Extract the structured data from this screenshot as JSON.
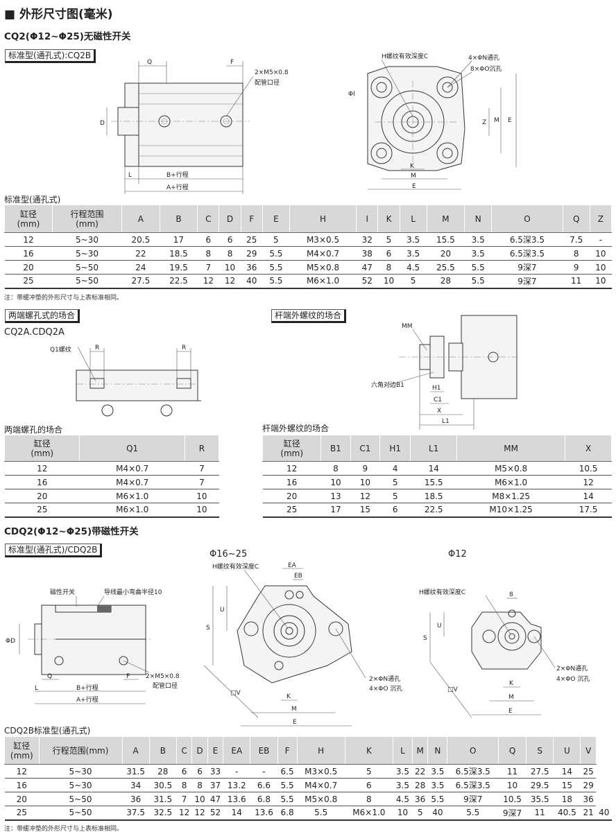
{
  "page_title": "■ 外形尺寸图(毫米)",
  "sec1": {
    "heading": "CQ2(Φ12~Φ25)无磁性开关",
    "box_label": "标准型(通孔式):CQ2B",
    "diagram": {
      "port_label_1": "2×M5×0.8",
      "port_label_2": "配管口径",
      "Q": "Q",
      "F": "F",
      "D": "D",
      "L": "L",
      "B_stroke": "B+行程",
      "A_stroke": "A+行程",
      "H_label": "H螺纹有效深度C",
      "N_label": "4×ΦN通孔",
      "O_label": "8×ΦO沉孔",
      "I": "ΦI",
      "Z": "Z",
      "M": "M",
      "E": "E",
      "K": "K"
    },
    "table_caption": "标准型(通孔式)",
    "table": {
      "headers": [
        "缸径\n(mm)",
        "行程范围\n(mm)",
        "A",
        "B",
        "C",
        "D",
        "F",
        "E",
        "H",
        "I",
        "K",
        "L",
        "M",
        "N",
        "O",
        "Q",
        "Z"
      ],
      "rows": [
        [
          "12",
          "5~30",
          "20.5",
          "17",
          "6",
          "6",
          "25",
          "5",
          "M3×0.5",
          "32",
          "5",
          "3.5",
          "15.5",
          "3.5",
          "6.5深3.5",
          "7.5",
          "-"
        ],
        [
          "16",
          "5~30",
          "22",
          "18.5",
          "8",
          "8",
          "29",
          "5.5",
          "M4×0.7",
          "38",
          "6",
          "3.5",
          "20",
          "3.5",
          "6.5深3.5",
          "8",
          "10"
        ],
        [
          "20",
          "5~50",
          "24",
          "19.5",
          "7",
          "10",
          "36",
          "5.5",
          "M5×0.8",
          "47",
          "8",
          "4.5",
          "25.5",
          "5.5",
          "9深7",
          "9",
          "10"
        ],
        [
          "25",
          "5~50",
          "27.5",
          "22.5",
          "12",
          "12",
          "40",
          "5.5",
          "M6×1.0",
          "52",
          "10",
          "5",
          "28",
          "5.5",
          "9深7",
          "11",
          "10"
        ]
      ]
    },
    "note": "注：带缓冲垫的外形尺寸与上表标准相同。"
  },
  "sec2": {
    "box_left": "两端螺孔式的场合",
    "box_right": "杆端外螺纹的场合",
    "model_label": "CQ2A.CDQ2A",
    "diagram": {
      "Q1": "Q1螺纹",
      "R": "R",
      "MM": "MM",
      "B1": "六角对边B1",
      "H1": "H1",
      "C1": "C1",
      "X": "X",
      "L1": "L1"
    },
    "caption_left": "两端螺孔的场合",
    "caption_right": "杆端外螺纹的场合",
    "table_left": {
      "headers": [
        "缸径\n(mm)",
        "Q1",
        "R"
      ],
      "rows": [
        [
          "12",
          "M4×0.7",
          "7"
        ],
        [
          "16",
          "M4×0.7",
          "7"
        ],
        [
          "20",
          "M6×1.0",
          "10"
        ],
        [
          "25",
          "M6×1.0",
          "10"
        ]
      ]
    },
    "table_right": {
      "headers": [
        "缸径\n(mm)",
        "B1",
        "C1",
        "H1",
        "L1",
        "MM",
        "X"
      ],
      "rows": [
        [
          "12",
          "8",
          "9",
          "4",
          "14",
          "M5×0.8",
          "10.5"
        ],
        [
          "16",
          "10",
          "10",
          "5",
          "15.5",
          "M6×1.0",
          "12"
        ],
        [
          "20",
          "13",
          "12",
          "5",
          "18.5",
          "M8×1.25",
          "14"
        ],
        [
          "25",
          "17",
          "15",
          "6",
          "22.5",
          "M10×1.25",
          "17.5"
        ]
      ]
    }
  },
  "sec3": {
    "heading": "CDQ2(Φ12~Φ25)带磁性开关",
    "box_label": "标准型(通孔式)/CDQ2B",
    "phi_16_25": "Φ16~25",
    "phi_12": "Φ12",
    "diagram": {
      "switch": "磁性开关",
      "bend": "导线最小弯曲半径10",
      "port_1": "2×M5×0.8",
      "port_2": "配管口径",
      "D": "ΦD",
      "Q": "Q",
      "F": "F",
      "L": "L",
      "B_stroke": "B+行程",
      "A_stroke": "A+行程",
      "H_label": "H螺纹有效深度C",
      "EA": "EA",
      "EB": "EB",
      "U": "U",
      "S": "S",
      "V": "□V",
      "K": "K",
      "M": "M",
      "E": "E",
      "N_label": "2×ΦN通孔",
      "O_label": "4×ΦO 沉孔",
      "eight": "8"
    },
    "table_caption": "CDQ2B标准型(通孔式)",
    "table": {
      "headers": [
        "缸径\n(mm)",
        "行程范围(mm)",
        "A",
        "B",
        "C",
        "D",
        "E",
        "EA",
        "EB",
        "F",
        "H",
        "K",
        "L",
        "M",
        "N",
        "O",
        "Q",
        "S",
        "U",
        "V"
      ],
      "rows": [
        [
          "12",
          "5~30",
          "31.5",
          "28",
          "6",
          "6",
          "33",
          "-",
          "-",
          "6.5",
          "M3×0.5",
          "5",
          "3.5",
          "22",
          "3.5",
          "6.5深3.5",
          "11",
          "27.5",
          "14",
          "25"
        ],
        [
          "16",
          "5~30",
          "34",
          "30.5",
          "8",
          "8",
          "37",
          "13.2",
          "6.6",
          "5.5",
          "M4×0.7",
          "6",
          "3.5",
          "28",
          "3.5",
          "6.5深3.5",
          "10",
          "29.5",
          "15",
          "29"
        ],
        [
          "20",
          "5~50",
          "36",
          "31.5",
          "7",
          "10",
          "47",
          "13.6",
          "6.8",
          "5.5",
          "M5×0.8",
          "8",
          "4.5",
          "36",
          "5.5",
          "9深7",
          "10.5",
          "35.5",
          "18",
          "36"
        ],
        [
          "25",
          "5~50",
          "37.5",
          "32.5",
          "12",
          "12",
          "52",
          "14",
          "13.6",
          "6.8",
          "5.5",
          "M6×1.0",
          "10",
          "5",
          "40",
          "5.5",
          "9深7",
          "11",
          "40.5",
          "21",
          "40"
        ]
      ]
    },
    "note": "注：带缓冲垫的外形尺寸与上表标准相同。"
  }
}
